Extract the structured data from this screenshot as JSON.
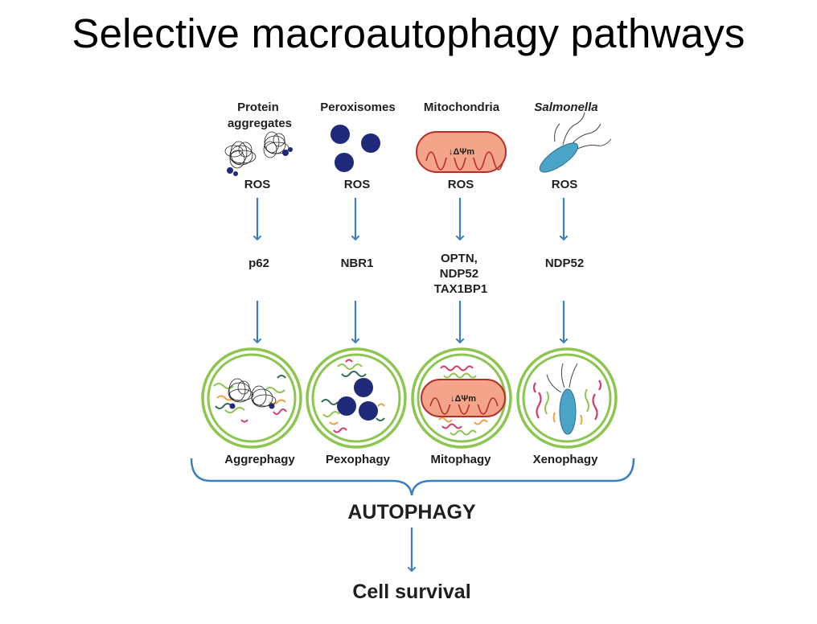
{
  "title": "Selective macroautophagy pathways",
  "columns": [
    {
      "cargo_lines": [
        "Protein",
        "aggregates"
      ],
      "signal": "ROS",
      "receptor_lines": [
        "p62"
      ],
      "process": "Aggrephagy"
    },
    {
      "cargo_lines": [
        "Peroxisomes"
      ],
      "signal": "ROS",
      "receptor_lines": [
        "NBR1"
      ],
      "process": "Pexophagy"
    },
    {
      "cargo_lines": [
        "Mitochondria"
      ],
      "signal": "ROS",
      "receptor_lines": [
        "OPTN,",
        "NDP52",
        "TAX1BP1"
      ],
      "process": "Mitophagy"
    },
    {
      "cargo_lines": [
        "Salmonella"
      ],
      "cargo_italic": true,
      "signal": "ROS",
      "receptor_lines": [
        "NDP52"
      ],
      "process": "Xenophagy"
    }
  ],
  "membrane_potential_label": "↓ΔΨm",
  "summary": "AUTOPHAGY",
  "outcome": "Cell survival",
  "colors": {
    "arrow": "#3c7fc1",
    "vesicle_ring": "#8cc64f",
    "peroxisome": "#1f2a7a",
    "mitochondria_fill": "#f3a489",
    "mitochondria_stroke": "#b5302a",
    "bacterium": "#4aa4c8",
    "brace": "#3c7fc1"
  }
}
